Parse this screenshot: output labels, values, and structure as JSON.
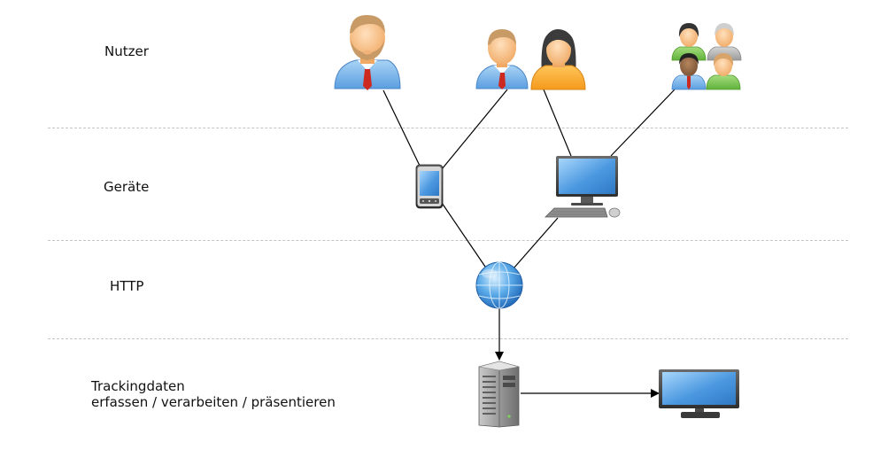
{
  "rows": [
    {
      "id": "users",
      "label_lines": [
        "Nutzer"
      ]
    },
    {
      "id": "devices",
      "label_lines": [
        "Geräte"
      ]
    },
    {
      "id": "http",
      "label_lines": [
        "HTTP"
      ]
    },
    {
      "id": "tracking",
      "label_lines": [
        "Trackingdaten",
        "erfassen / verarbeiten / präsentieren"
      ]
    }
  ],
  "nodes": {
    "user_man": {
      "icon": "man-user-icon",
      "colors": {
        "shirt": "#8fc3ef",
        "tie": "#cc2a20",
        "skin": "#f4b980",
        "hair": "#c89a66"
      }
    },
    "user_young": {
      "icon": "young-man-user-icon",
      "colors": {
        "shirt": "#8fc3ef",
        "tie": "#cc2a20",
        "skin": "#f4b980",
        "hair": "#c89a66"
      }
    },
    "user_woman": {
      "icon": "woman-user-icon",
      "colors": {
        "shirt": "#ffb338",
        "skin": "#f4b980",
        "hair": "#3b3b3b"
      }
    },
    "user_group": {
      "icon": "user-group-icon"
    },
    "mobile": {
      "icon": "smartphone-icon"
    },
    "desktop": {
      "icon": "desktop-computer-icon"
    },
    "internet": {
      "icon": "globe-icon",
      "colors": {
        "globe": "#3a8fd8"
      }
    },
    "server": {
      "icon": "server-icon",
      "colors": {
        "body": "#8a8a8a"
      }
    },
    "monitor": {
      "icon": "monitor-icon",
      "colors": {
        "screen": "#5aa8e8"
      }
    }
  },
  "edges": [
    {
      "from": "user_man",
      "to": "mobile",
      "arrow": false
    },
    {
      "from": "user_young",
      "to": "mobile",
      "arrow": false
    },
    {
      "from": "user_woman",
      "to": "desktop",
      "arrow": false
    },
    {
      "from": "user_group",
      "to": "desktop",
      "arrow": false
    },
    {
      "from": "mobile",
      "to": "internet",
      "arrow": false
    },
    {
      "from": "desktop",
      "to": "internet",
      "arrow": false
    },
    {
      "from": "internet",
      "to": "server",
      "arrow": true
    },
    {
      "from": "server",
      "to": "monitor",
      "arrow": true
    }
  ]
}
